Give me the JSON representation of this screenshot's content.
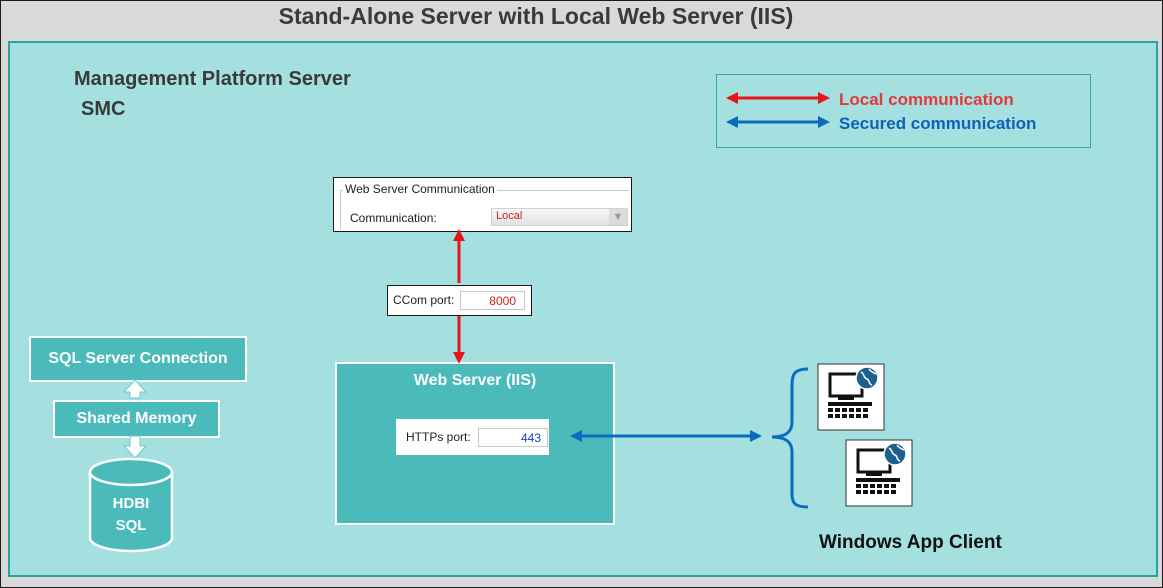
{
  "title": "Stand-Alone Server with Local Web Server (IIS)",
  "platform": {
    "line1": "Management Platform Server",
    "line2": "SMC"
  },
  "legend": {
    "local": "Local communication",
    "secured": "Secured communication",
    "local_color": "#e8141c",
    "secured_color": "#0b6cbf"
  },
  "web_server_comm": {
    "group_label": "Web Server Communication",
    "field_label": "Communication:",
    "selected": "Local"
  },
  "ccom": {
    "label": "CCom port:",
    "value": "8000"
  },
  "web_server": {
    "title": "Web Server (IIS)",
    "https_label": "HTTPs port:",
    "https_value": "443"
  },
  "sql": {
    "connection": "SQL Server Connection",
    "shared_memory": "Shared Memory",
    "db_line1": "HDBI",
    "db_line2": "SQL"
  },
  "client": {
    "label": "Windows App Client",
    "icon": "computer-globe-icon"
  },
  "colors": {
    "teal_bg": "#a4e0e0",
    "teal_box": "#4bbaba",
    "teal_border": "#27a3a3"
  }
}
